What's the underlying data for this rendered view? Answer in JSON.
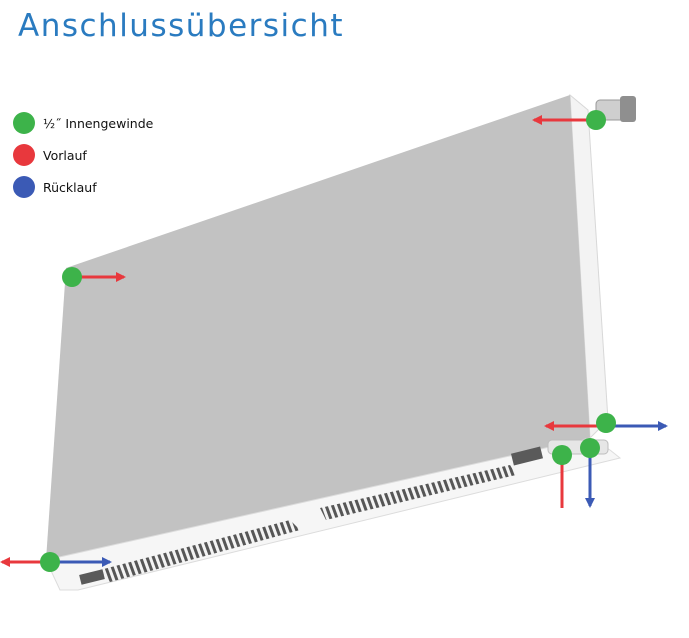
{
  "title": "Anschlussübersicht",
  "legend": [
    {
      "label": "½˝ Innengewinde",
      "color": "#3db34a",
      "icon": "green-dot-icon"
    },
    {
      "label": "Vorlauf",
      "color": "#e8383d",
      "icon": "red-dot-icon"
    },
    {
      "label": "Rücklauf",
      "color": "#3b5ab5",
      "icon": "blue-dot-icon"
    }
  ],
  "colors": {
    "thread": "#3db34a",
    "supply": "#e8383d",
    "return": "#3b5ab5",
    "panel": "#c2c2c2",
    "title": "#2a7bc0"
  }
}
